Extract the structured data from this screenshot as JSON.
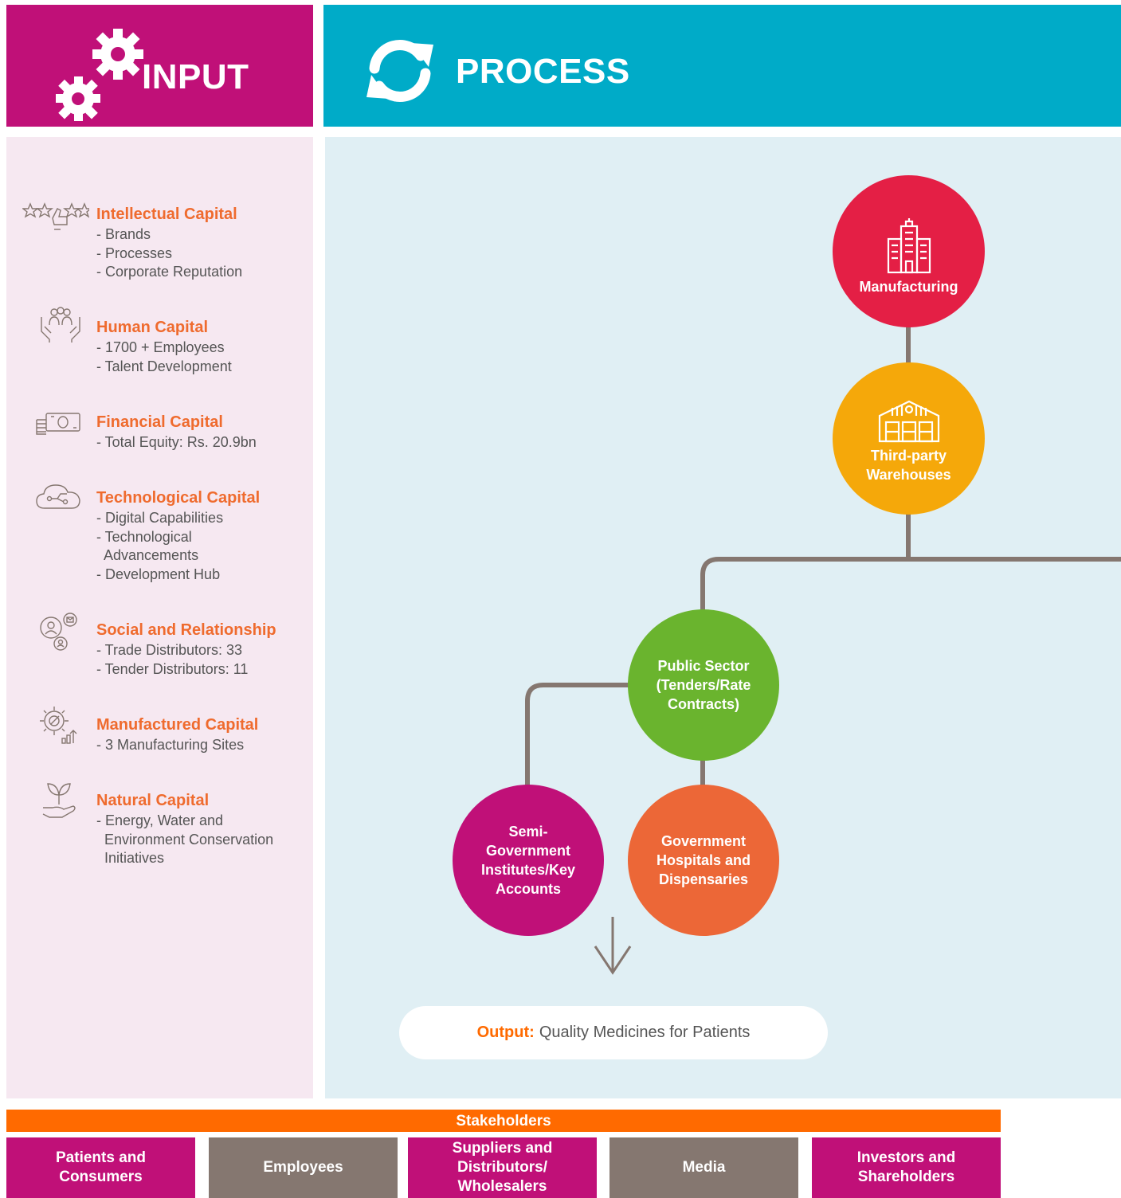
{
  "input_header": {
    "title": "INPUT",
    "icon": "gears-icon"
  },
  "process_header": {
    "title": "PROCESS",
    "icon": "refresh-icon"
  },
  "capitals": [
    {
      "title": "Intellectual Capital",
      "icon": "stars-hand-icon",
      "items": [
        "- Brands",
        "- Processes",
        "- Corporate Reputation"
      ]
    },
    {
      "title": "Human Capital",
      "icon": "people-hands-icon",
      "items": [
        "- 1700 + Employees",
        "- Talent Development"
      ]
    },
    {
      "title": "Financial Capital",
      "icon": "money-icon",
      "items": [
        "- Total Equity: Rs. 20.9bn"
      ]
    },
    {
      "title": "Technological Capital",
      "icon": "cloud-network-icon",
      "items": [
        "- Digital Capabilities",
        "- Technological",
        "  Advancements",
        "- Development Hub"
      ]
    },
    {
      "title": "Social and Relationship",
      "icon": "social-network-icon",
      "items": [
        "- Trade Distributors: 33",
        "- Tender Distributors: 11"
      ]
    },
    {
      "title": "Manufactured Capital",
      "icon": "gear-chart-icon",
      "items": [
        "- 3 Manufacturing Sites"
      ]
    },
    {
      "title": "Natural Capital",
      "icon": "plant-hand-icon",
      "items": [
        "- Energy, Water and",
        "  Environment Conservation",
        "  Initiatives"
      ]
    }
  ],
  "process": {
    "manufacturing": {
      "label": "Manufacturing",
      "color": "#e41f45",
      "icon": "building-icon"
    },
    "warehouses": {
      "label_lines": [
        "Third-party",
        "Warehouses"
      ],
      "color": "#f5a80a",
      "icon": "warehouse-icon"
    },
    "public_sector": {
      "label_lines": [
        "Public Sector",
        "(Tenders/Rate",
        "Contracts)"
      ],
      "color": "#6ab42e"
    },
    "semi_gov": {
      "label_lines": [
        "Semi-",
        "Government",
        "Institutes/Key",
        "Accounts"
      ],
      "color": "#c01078"
    },
    "gov_hospitals": {
      "label_lines": [
        "Government",
        "Hospitals and",
        "Dispensaries"
      ],
      "color": "#ec6737"
    },
    "output": {
      "label": "Output:",
      "text": "Quality Medicines for Patients"
    }
  },
  "stakeholders": {
    "title": "Stakeholders",
    "items": [
      {
        "label_lines": [
          "Patients and",
          "Consumers"
        ],
        "color": "#c01078"
      },
      {
        "label_lines": [
          "Employees"
        ],
        "color": "#857770"
      },
      {
        "label_lines": [
          "Suppliers and",
          "Distributors/",
          "Wholesalers"
        ],
        "color": "#c01078"
      },
      {
        "label_lines": [
          "Media"
        ],
        "color": "#857770"
      },
      {
        "label_lines": [
          "Investors and",
          "Shareholders"
        ],
        "color": "#c01078"
      }
    ]
  },
  "colors": {
    "magenta": "#c01078",
    "teal": "#00abc8",
    "orange": "#ff6a00",
    "connector": "#857770"
  }
}
